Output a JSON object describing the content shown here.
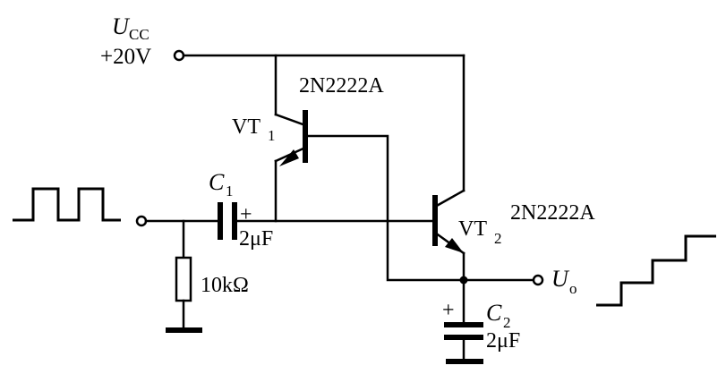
{
  "supply": {
    "symbol": "U",
    "symbol_sub": "CC",
    "voltage": "+20V"
  },
  "transistor_1": {
    "label": "VT",
    "label_sub": "1",
    "part_number": "2N2222A"
  },
  "transistor_2": {
    "label": "VT",
    "label_sub": "2",
    "part_number": "2N2222A"
  },
  "capacitor_1": {
    "label": "C",
    "label_sub": "1",
    "polarity": "+",
    "value": "2μF"
  },
  "capacitor_2": {
    "label": "C",
    "label_sub": "2",
    "polarity": "+",
    "value": "2μF"
  },
  "resistor": {
    "value": "10kΩ"
  },
  "output": {
    "symbol": "U",
    "symbol_sub": "o"
  },
  "input_waveform": {
    "shape": "square-wave"
  },
  "output_waveform": {
    "shape": "staircase"
  }
}
